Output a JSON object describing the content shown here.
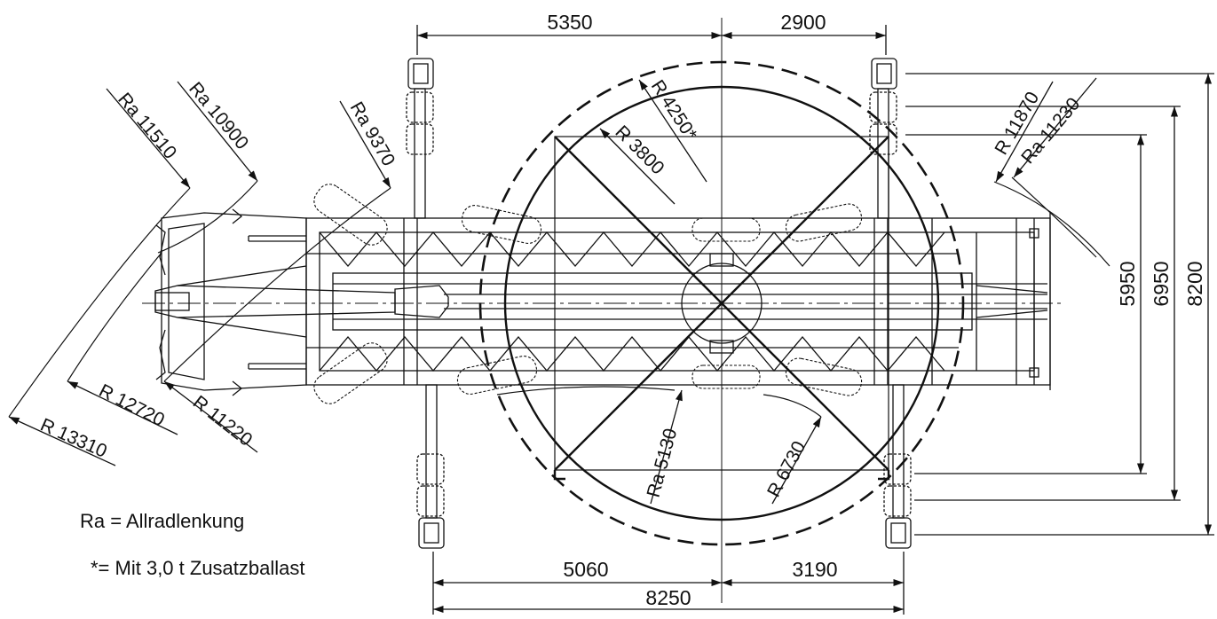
{
  "dimensions": {
    "top_left": "5350",
    "top_right": "2900",
    "bottom_left": "5060",
    "bottom_right": "3190",
    "bottom_total": "8250",
    "right_inner": "5950",
    "right_mid": "6950",
    "right_outer": "8200"
  },
  "radii": {
    "ra_11510": "Ra 11510",
    "ra_10900": "Ra 10900",
    "ra_9370": "Ra 9370",
    "r_4250": "R 4250*",
    "r_3800": "R 3800",
    "r_11870": "R 11870",
    "ra_11230": "Ra 11230",
    "r_12720": "R 12720",
    "r_11220": "R 11220",
    "r_13310": "R 13310",
    "ra_5130": "Ra 5130",
    "r_6730": "R 6730"
  },
  "legend": {
    "allrad": "Ra = Allradlenkung",
    "ballast": "*= Mit 3,0 t Zusatzballast"
  },
  "colors": {
    "line": "#111111",
    "background": "#ffffff"
  }
}
